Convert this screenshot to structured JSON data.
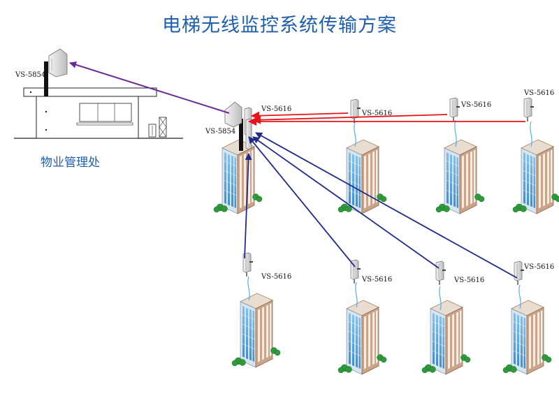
{
  "title": "电梯无线监控系统传输方案",
  "office_label": "物业管理处",
  "devices": {
    "office_antenna": "VS-5854",
    "hub_antenna": "VS-5854",
    "top_row": [
      "VS-5616",
      "VS-5616",
      "VS-5616",
      "VS-5616"
    ],
    "bottom_row": [
      "VS-5616",
      "VS-5616",
      "VS-5616",
      "VS-5616"
    ]
  },
  "colors": {
    "title": "#1f5fb0",
    "link_office": "#6a2a9a",
    "link_top_row": "#e8141b",
    "link_bottom_row": "#1f2a8a"
  }
}
